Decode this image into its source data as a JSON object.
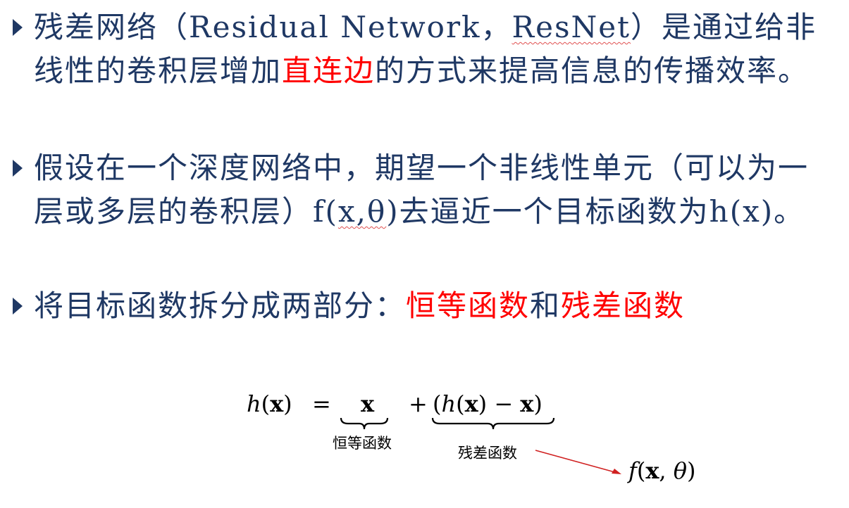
{
  "bullets": [
    {
      "seg1": "残差网络（Residual Network，",
      "seg2": "ResNet",
      "seg3": "）是通过给非线性的卷积层增加",
      "seg4": "直连边",
      "seg5": "的方式来提高信息的传播效率。"
    },
    {
      "seg1": "假设在一个深度网络中，期望一个非线性单元（可以为一层或多层的卷积层）f(",
      "seg2": "x,θ",
      "seg3": ")去逼近一个目标函数为h(x)。"
    },
    {
      "seg1": "将目标函数拆分成两部分：",
      "seg2": "恒等函数",
      "seg3": "和",
      "seg4": "残差函数"
    }
  ],
  "equation": {
    "lhs_h": "h",
    "lhs_paren_open": "(",
    "lhs_x": "x",
    "lhs_paren_close": ")",
    "equals": "=",
    "identity_x": "x",
    "plus": "+",
    "resid_open": "(",
    "resid_h": "h",
    "resid_x_open": "(",
    "resid_x": "x",
    "resid_x_close": ")",
    "minus": "−",
    "resid_x2": "x",
    "resid_close": ")",
    "identity_label": "恒等函数",
    "residual_label": "残差函数",
    "f_name": "f",
    "f_args_open": "(",
    "f_x": "x",
    "f_comma": ", ",
    "f_theta": "θ",
    "f_args_close": ")"
  },
  "colors": {
    "text": "#1f3864",
    "highlight": "#ff0000",
    "arrow": "#d02020"
  },
  "icons": {
    "bullet_marker": "triangle-right-icon"
  }
}
